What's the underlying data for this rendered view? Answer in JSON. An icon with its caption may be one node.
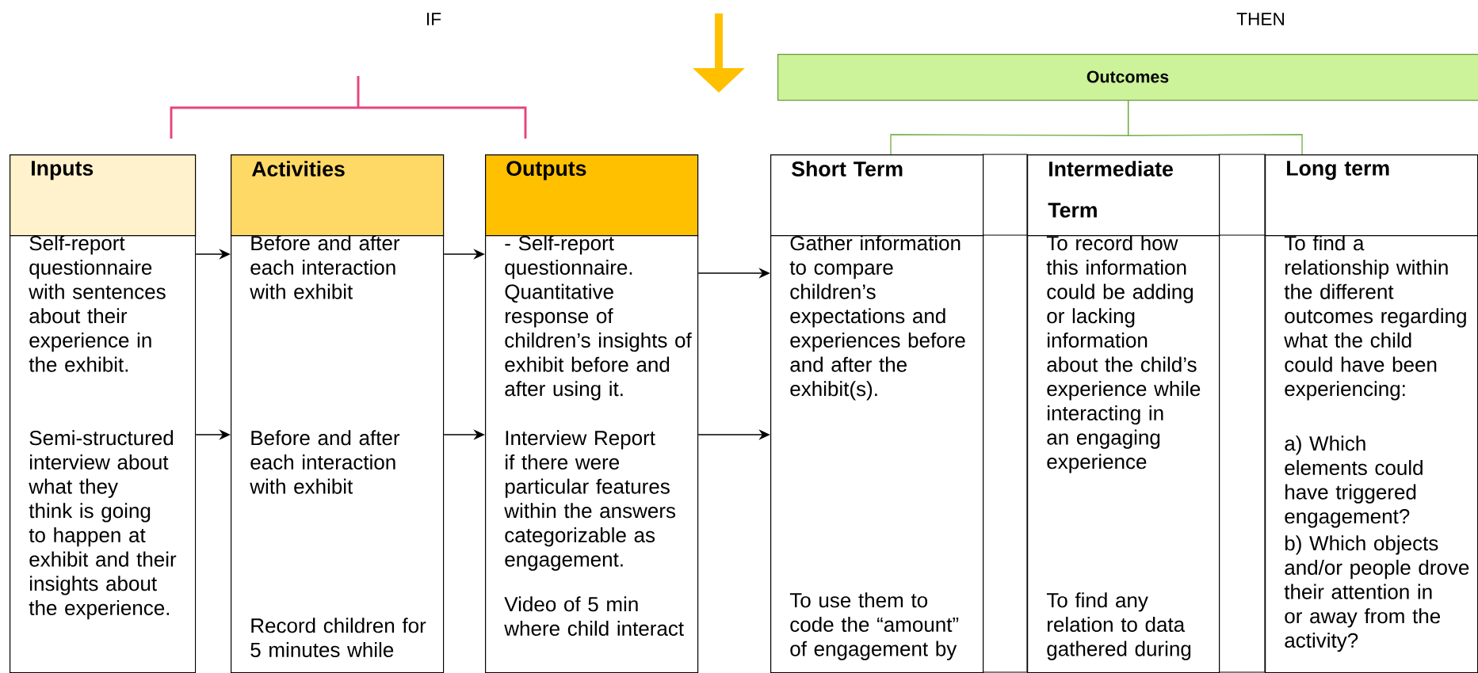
{
  "diagram": {
    "nodes": [
      {
        "text": [
          "Outcomes"
        ]
      },
      {
        "text": [
          "Inputs"
        ]
      },
      {
        "text": [
          "Activities"
        ]
      },
      {
        "text": [
          "Outputs"
        ]
      },
      {
        "text": [
          "Short Term"
        ]
      },
      {
        "text": [
          "Intermediate Term"
        ]
      },
      {
        "text": [
          "Long term"
        ]
      },
      {
        "text": [
          "Self-report questionnaire with sentences about their experience in the exhibit.",
          "Semi-structured interview about what they think is going to happen at exhibit and their insights about the experience."
        ]
      },
      {
        "text": [
          "Before and after each interaction with exhibit",
          "Before and after each interaction with exhibit",
          "Record children for 5 minutes while"
        ]
      },
      {
        "text": [
          "- Self-report questionnaire. Quantitative response of children’s insights of exhibit before and after using it.",
          "Interview Report if there were particular features within the answers categorizable as engagement.",
          "Video of 5 min where child interact"
        ]
      },
      {
        "text": [
          "Gather information to compare children’s expectations and experiences before and after the exhibit(s).",
          "To use them to code the “amount” of engagement by"
        ]
      },
      {
        "text": [
          "To record how this information could be adding or lacking information about the child’s experience while interacting in an engaging experience",
          "To find any relation to data gathered during"
        ]
      },
      {
        "text": [
          "To find a relationship within the different outcomes regarding what the child could have been experiencing:",
          "a) Which elements could have triggered engagement?",
          "b) Which objects and/or people drove their attention in or away from the activity?"
        ]
      }
    ],
    "edges": [
      {
        "from": 7,
        "to": 8,
        "arrow": "to"
      },
      {
        "from": 7,
        "to": 8,
        "arrow": "to"
      },
      {
        "from": 8,
        "to": 9,
        "arrow": "to"
      },
      {
        "from": 8,
        "to": 9,
        "arrow": "to"
      },
      {
        "from": 9,
        "to": 10,
        "arrow": "to"
      },
      {
        "from": 9,
        "to": 10,
        "arrow": "to"
      },
      {
        "from": 0,
        "to": 4,
        "arrow": "none",
        "color": "#70ad47"
      },
      {
        "from": 0,
        "to": 6,
        "arrow": "none",
        "color": "#70ad47"
      }
    ],
    "labels": [
      "IF",
      "THEN"
    ]
  }
}
